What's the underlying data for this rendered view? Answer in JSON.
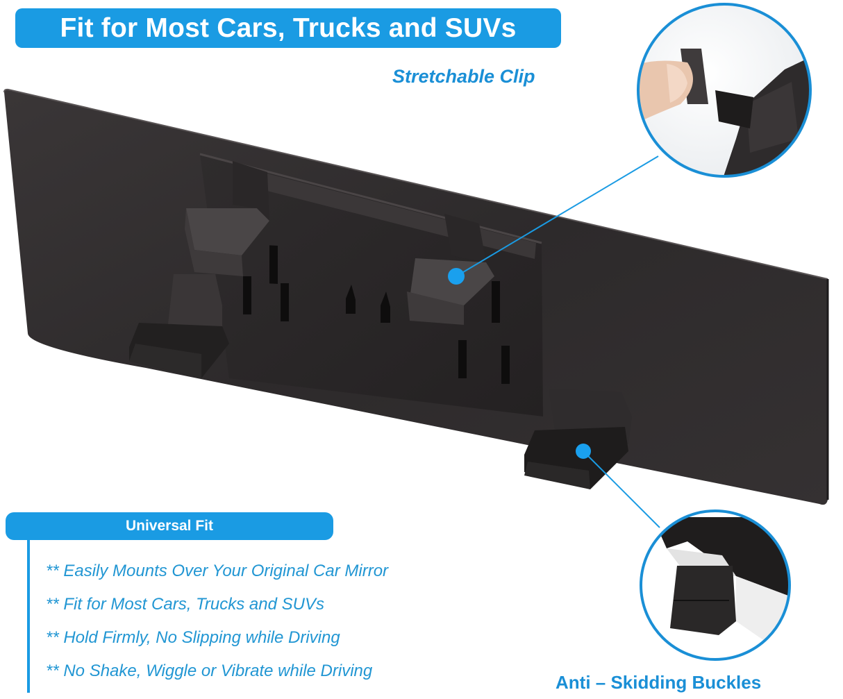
{
  "banner": {
    "title": "Fit for Most Cars, Trucks and SUVs",
    "color": "#1a9be3"
  },
  "callouts": {
    "stretchable_clip": {
      "label": "Stretchable Clip",
      "icon": "zoom-circle-finger-pressing-clip"
    },
    "anti_skidding": {
      "label": "Anti – Skidding Buckles",
      "icon": "zoom-circle-buckle-closeup"
    }
  },
  "universal_fit": {
    "header": "Universal Fit",
    "items": [
      "** Easily Mounts Over Your Original Car Mirror",
      "** Fit for Most Cars, Trucks and SUVs",
      "** Hold Firmly, No Slipping while Driving",
      "** No Shake, Wiggle or Vibrate while Driving"
    ]
  },
  "colors": {
    "accent": "#1a9be3",
    "text_blue": "#2196d3",
    "product_black": "#2e2b2c"
  },
  "product": {
    "name": "rear-view-mirror-clip-on-panel"
  }
}
